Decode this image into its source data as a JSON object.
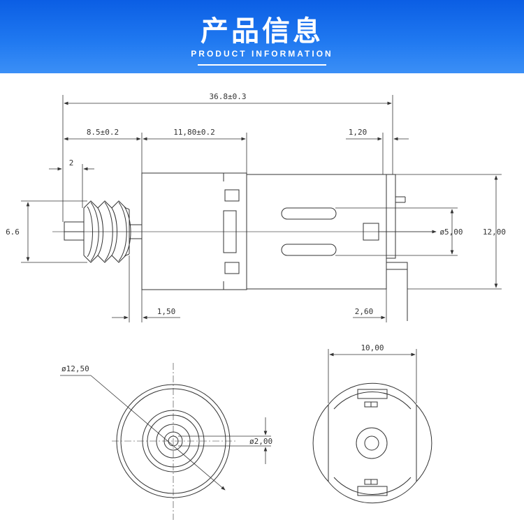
{
  "header": {
    "title": "产品信息",
    "subtitle": "PRODUCT INFORMATION"
  },
  "side_view": {
    "dims": {
      "total_length": "36.8±0.3",
      "worm_length": "8.5±0.2",
      "body_length": "11,80±0.2",
      "terminal_offset": "1,20",
      "shaft_stub": "2",
      "worm_diameter": "6.6",
      "bearing_diameter": "ø5,00",
      "body_height": "12,00",
      "flange_gap": "1,50",
      "terminal_width": "2,60"
    }
  },
  "front_view": {
    "dims": {
      "outer_diameter": "ø12,50",
      "shaft_diameter": "ø2,00"
    }
  },
  "rear_view": {
    "dims": {
      "flat_width": "10,00"
    }
  },
  "colors": {
    "banner": "#1f78f0",
    "line": "#333333",
    "white": "#ffffff"
  }
}
